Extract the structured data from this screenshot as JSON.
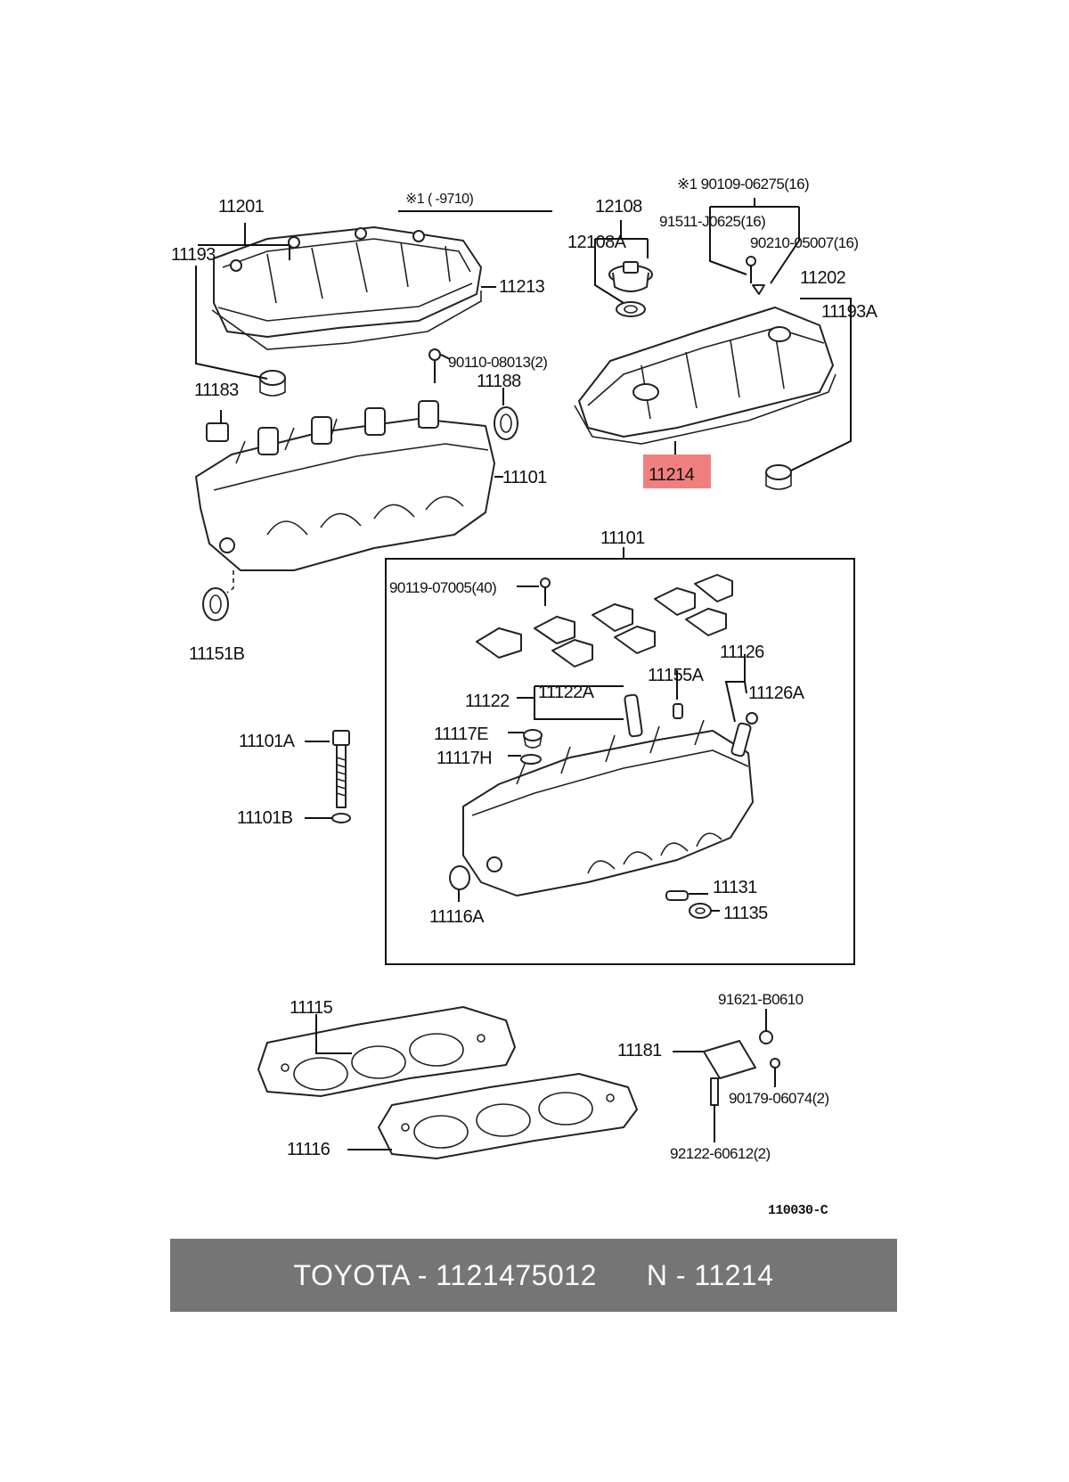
{
  "diagram": {
    "labels": {
      "l11201": "11201",
      "l11193": "11193",
      "l11213": "11213",
      "note_year": "※1 (      -9710)",
      "l12108": "12108",
      "l12108A": "12108A",
      "note_90109": "※1 90109-06275(16)",
      "l91511": "91511-J0625(16)",
      "l90210": "90210-05007(16)",
      "l11202": "11202",
      "l11193A": "11193A",
      "l90110": "90110-08013(2)",
      "l11188": "11188",
      "l11183": "11183",
      "l11101_top": "11101",
      "l11214": "11214",
      "l11151B": "11151B",
      "l11101_box": "11101",
      "l90119": "90119-07005(40)",
      "l11126": "11126",
      "l11155A": "11155A",
      "l11122": "11122",
      "l11122A": "11122A",
      "l11126A": "11126A",
      "l11117E": "11117E",
      "l11117H": "11117H",
      "l11101A": "11101A",
      "l11101B": "11101B",
      "l11131": "11131",
      "l11135": "11135",
      "l11116A": "11116A",
      "l11115": "11115",
      "l91621": "91621-B0610",
      "l11181": "11181",
      "l90179": "90179-06074(2)",
      "l11116": "11116",
      "l92122": "92122-60612(2)",
      "figure_code": "110030-C"
    },
    "highlight_color": "#f08080"
  },
  "footer": {
    "brand_part": "TOYOTA - 1121475012",
    "ref": "N - 11214"
  },
  "colors": {
    "footer_bg": "#757575",
    "footer_text": "#ffffff",
    "line": "#111111"
  }
}
